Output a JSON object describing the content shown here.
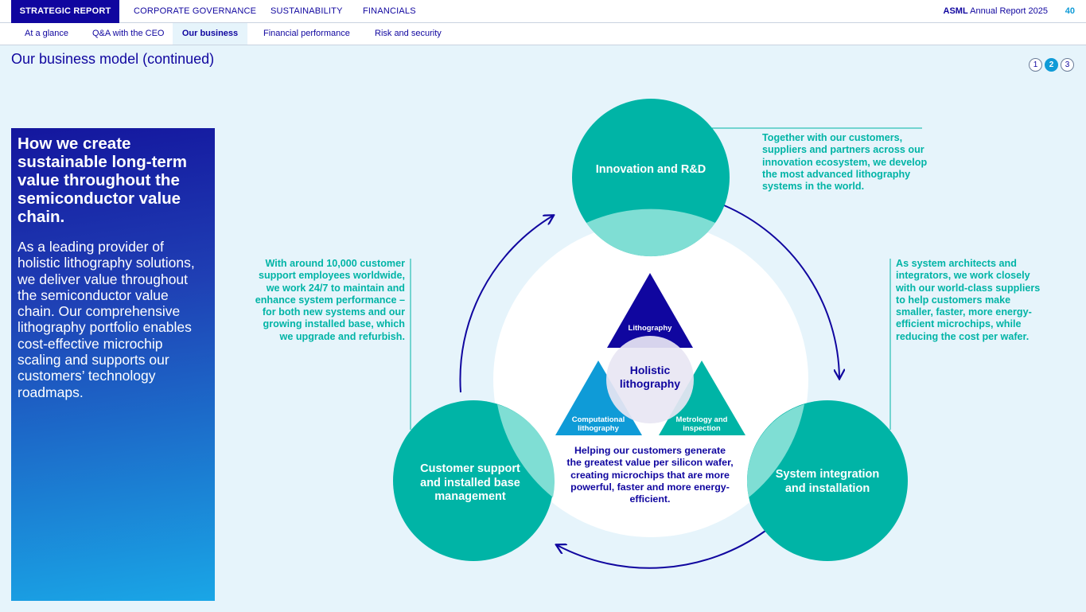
{
  "topnav": {
    "tabs": [
      {
        "label": "STRATEGIC REPORT",
        "active": true
      },
      {
        "label": "CORPORATE GOVERNANCE",
        "active": false
      },
      {
        "label": "SUSTAINABILITY",
        "active": false
      },
      {
        "label": "FINANCIALS",
        "active": false
      }
    ],
    "brand_bold": "ASML",
    "brand_rest": " Annual Report 2025",
    "page_number": "40"
  },
  "subnav": {
    "tabs": [
      {
        "label": "At a glance",
        "active": false
      },
      {
        "label": "Q&A with the CEO",
        "active": false
      },
      {
        "label": "Our business",
        "active": true
      },
      {
        "label": "Financial performance",
        "active": false
      },
      {
        "label": "Risk and security",
        "active": false
      }
    ]
  },
  "page_title": "Our business model (continued)",
  "pager": {
    "pages": [
      "1",
      "2",
      "3"
    ],
    "current": "2"
  },
  "panel": {
    "heading": "How we create sustainable long-term value throughout the semiconductor value chain.",
    "body": "As a leading provider of holistic lithography solutions, we deliver value throughout the semiconductor value chain. Our comprehensive lithography portfolio enables cost-effective microchip scaling and supports our customers’ technology roadmaps."
  },
  "diagram": {
    "nodes": {
      "innovation": "Innovation and R&D",
      "customer_support": "Customer support and installed base management",
      "system_integration": "System integration and installation"
    },
    "triangles": {
      "lithography": "Lithography",
      "computational": "Computational lithography",
      "metrology": "Metrology and inspection"
    },
    "center_title": "Holistic lithography",
    "center_caption": "Helping our customers generate the greatest value per silicon wafer, creating microchips that are more powerful, faster and more energy-efficient."
  },
  "notes": {
    "innovation": "Together with our customers, suppliers and partners across our innovation ecosystem, we develop the most advanced lithography systems in the world.",
    "customer_support": "With around 10,000 customer support employees worldwide, we work 24/7 to maintain and enhance system performance – for both new systems and our growing installed base, which we upgrade and refurbish.",
    "system_integration": "As system architects and integrators, we work closely with our world-class suppliers to help customers make smaller, faster, more energy-efficient microchips, while reducing the cost per wafer."
  },
  "colors": {
    "navy": "#10069f",
    "teal": "#00b4a6",
    "light_blue": "#0f9bd7",
    "background": "#e6f4fb"
  }
}
